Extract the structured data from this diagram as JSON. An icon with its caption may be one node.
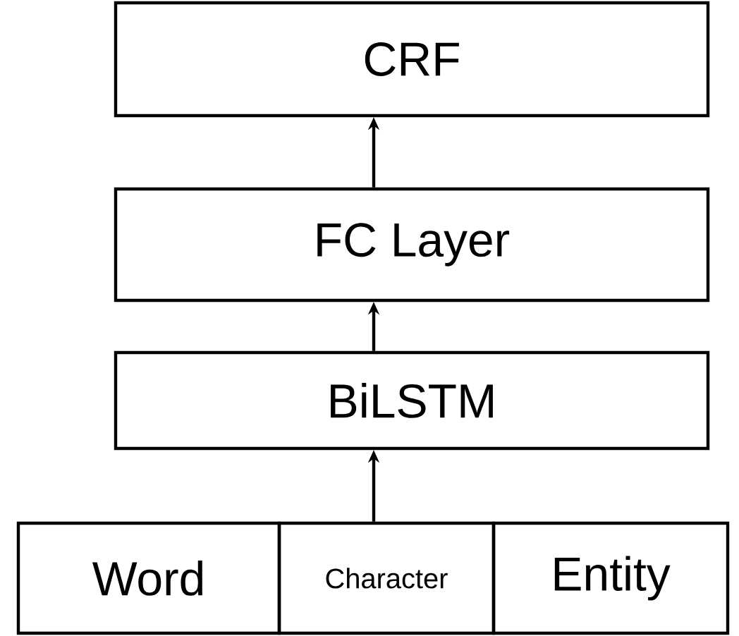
{
  "diagram": {
    "nodes": [
      {
        "text": [
          "CRF"
        ]
      },
      {
        "text": [
          "FC Layer"
        ]
      },
      {
        "text": [
          "BiLSTM"
        ]
      },
      {
        "text": [
          "Word"
        ]
      },
      {
        "text": [
          "Character"
        ]
      },
      {
        "text": [
          "Entity"
        ]
      }
    ],
    "edges": [
      {
        "from": 4,
        "to": 2,
        "arrow": "to"
      },
      {
        "from": 2,
        "to": 1,
        "arrow": "to"
      },
      {
        "from": 1,
        "to": 0,
        "arrow": "to"
      }
    ]
  }
}
